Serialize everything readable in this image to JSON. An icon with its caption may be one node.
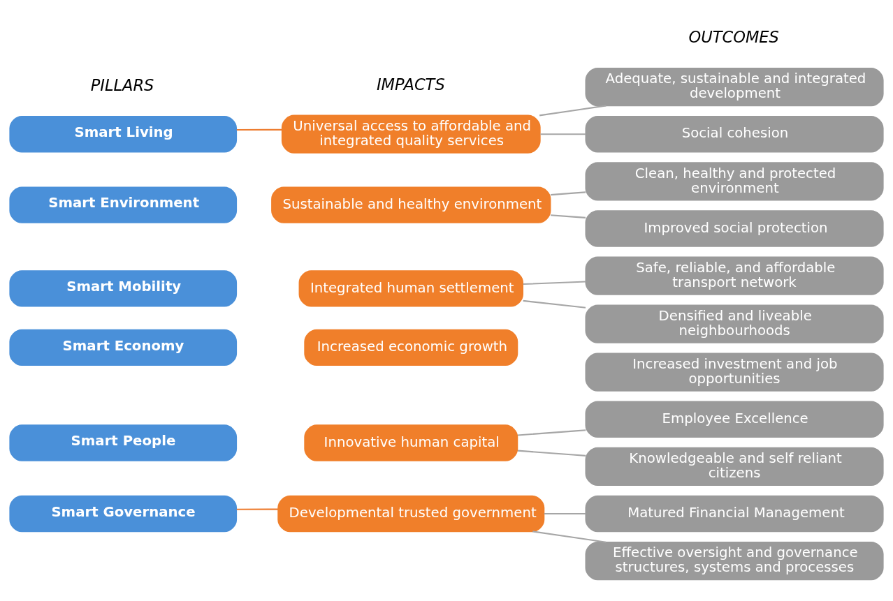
{
  "diagram": {
    "nodes": [
      {
        "text": [
          "Smart Living"
        ]
      },
      {
        "text": [
          "Smart Environment"
        ]
      },
      {
        "text": [
          "Smart Mobility"
        ]
      },
      {
        "text": [
          "Smart Economy"
        ]
      },
      {
        "text": [
          "Smart People"
        ]
      },
      {
        "text": [
          "Smart Governance"
        ]
      },
      {
        "text": [
          "Universal access to affordable and integrated quality services"
        ]
      },
      {
        "text": [
          "Sustainable and healthy environment"
        ]
      },
      {
        "text": [
          "Integrated human settlement"
        ]
      },
      {
        "text": [
          "Increased economic growth"
        ]
      },
      {
        "text": [
          "Innovative human capital"
        ]
      },
      {
        "text": [
          "Developmental trusted government"
        ]
      },
      {
        "text": [
          "Adequate, sustainable and integrated development"
        ]
      },
      {
        "text": [
          "Social cohesion"
        ]
      },
      {
        "text": [
          "Clean, healthy and protected environment"
        ]
      },
      {
        "text": [
          "Improved social protection"
        ]
      },
      {
        "text": [
          "Safe, reliable, and affordable transport network"
        ]
      },
      {
        "text": [
          "Densified and liveable neighbourhoods"
        ]
      },
      {
        "text": [
          "Increased investment and job opportunities"
        ]
      },
      {
        "text": [
          "Employee Excellence"
        ]
      },
      {
        "text": [
          "Knowledgeable and self reliant citizens"
        ]
      },
      {
        "text": [
          "Matured Financial Management"
        ]
      },
      {
        "text": [
          "Effective oversight and governance structures, systems and processes"
        ]
      }
    ],
    "edges": [
      {
        "from": 0,
        "to": 6,
        "arrow": "none",
        "color": "#ed7d31"
      },
      {
        "from": 6,
        "to": 12,
        "arrow": "none"
      },
      {
        "from": 6,
        "to": 13,
        "arrow": "none"
      },
      {
        "from": 7,
        "to": 14,
        "arrow": "none"
      },
      {
        "from": 7,
        "to": 15,
        "arrow": "none"
      },
      {
        "from": 8,
        "to": 16,
        "arrow": "none"
      },
      {
        "from": 8,
        "to": 17,
        "arrow": "none"
      },
      {
        "from": 10,
        "to": 19,
        "arrow": "none"
      },
      {
        "from": 10,
        "to": 20,
        "arrow": "none"
      },
      {
        "from": 5,
        "to": 11,
        "arrow": "none",
        "color": "#ed7d31"
      },
      {
        "from": 11,
        "to": 21,
        "arrow": "none"
      },
      {
        "from": 11,
        "to": 22,
        "arrow": "none"
      }
    ],
    "labels": [
      "PILLARS",
      "IMPACTS",
      "OUTCOMES"
    ]
  }
}
